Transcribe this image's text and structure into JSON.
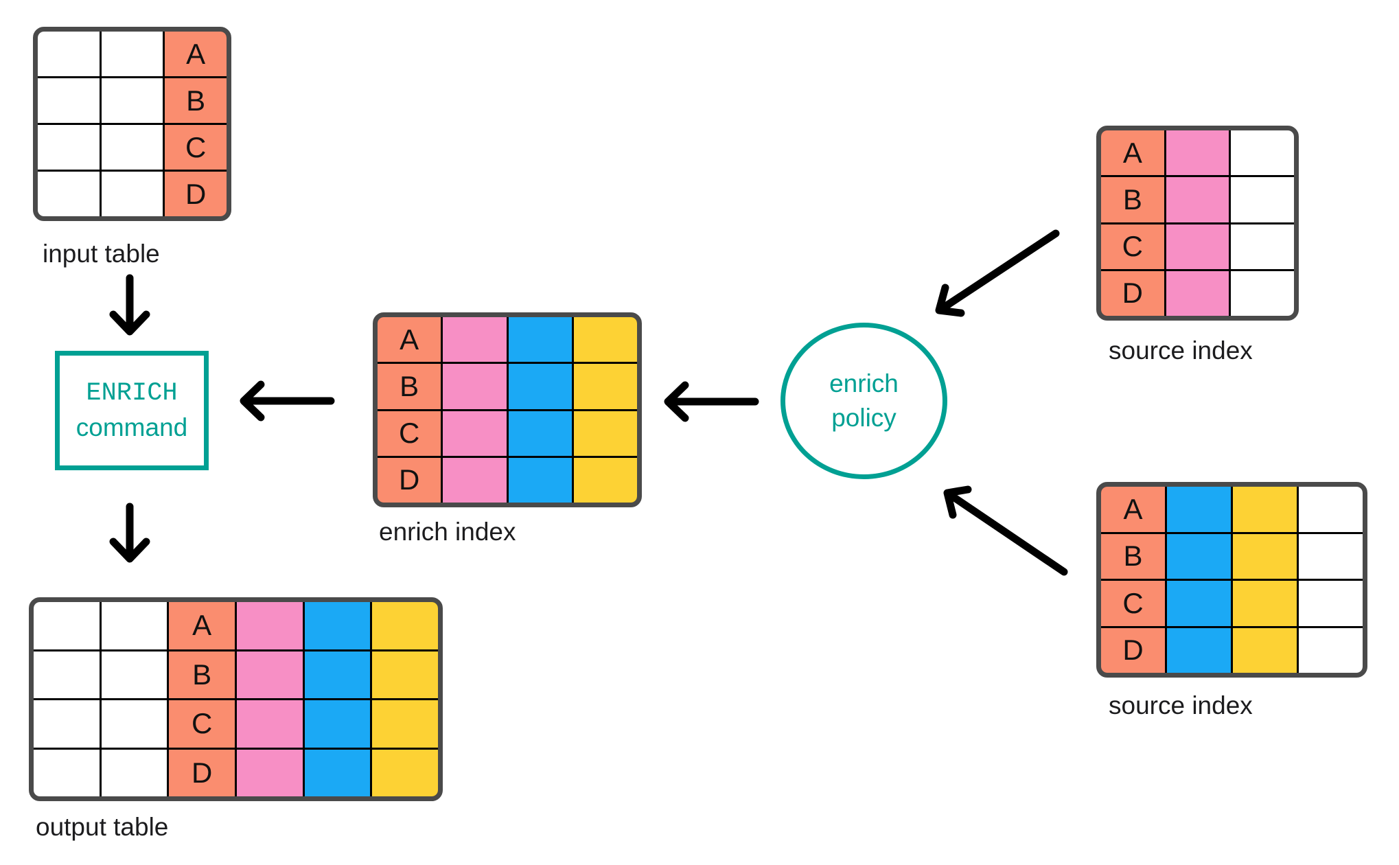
{
  "palette": {
    "salmon": "#FA8D6F",
    "pink": "#F78FC5",
    "blue": "#1BA9F5",
    "yellow": "#FDD234",
    "white": "#FFFFFF",
    "teal": "#00A093",
    "table_border": "#4A4A4A",
    "grid_line": "#000000",
    "arrow": "#000000",
    "text": "#1C1C1E"
  },
  "tables": {
    "input": {
      "label": "input table",
      "columns": [
        "white",
        "white",
        "salmon"
      ],
      "letter_col": 2,
      "letters": [
        "A",
        "B",
        "C",
        "D"
      ]
    },
    "enrich_index": {
      "label": "enrich index",
      "columns": [
        "salmon",
        "pink",
        "blue",
        "yellow"
      ],
      "letter_col": 0,
      "letters": [
        "A",
        "B",
        "C",
        "D"
      ]
    },
    "source_top": {
      "label": "source index",
      "columns": [
        "salmon",
        "pink",
        "white"
      ],
      "letter_col": 0,
      "letters": [
        "A",
        "B",
        "C",
        "D"
      ]
    },
    "source_bottom": {
      "label": "source index",
      "columns": [
        "salmon",
        "blue",
        "yellow",
        "white"
      ],
      "letter_col": 0,
      "letters": [
        "A",
        "B",
        "C",
        "D"
      ]
    },
    "output": {
      "label": "output table",
      "columns": [
        "white",
        "white",
        "salmon",
        "pink",
        "blue",
        "yellow"
      ],
      "letter_col": 2,
      "letters": [
        "A",
        "B",
        "C",
        "D"
      ]
    }
  },
  "nodes": {
    "enrich_command": {
      "line1": "ENRICH",
      "line2": "command"
    },
    "enrich_policy": {
      "line1": "enrich",
      "line2": "policy"
    }
  }
}
